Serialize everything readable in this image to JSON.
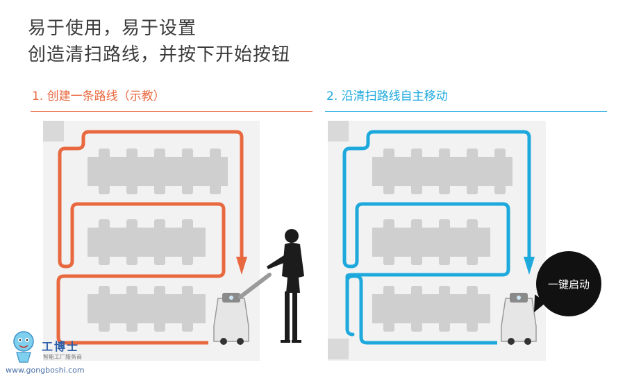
{
  "headline": {
    "line1": "易于使用，易于设置",
    "line2": "创造清扫路线，并按下开始按钮"
  },
  "panels": [
    {
      "title": "1. 创建一条路线（示教）",
      "color": "#e8683f"
    },
    {
      "title": "2. 沿清扫路线自主移动",
      "color": "#1ea9dd"
    }
  ],
  "bubble_label": "一键启动",
  "watermark": {
    "brand": "工博士",
    "subtitle": "智能工厂服务商",
    "url": "www.gongboshi.com"
  },
  "colors": {
    "floor": "#f2f2f2",
    "table": "#cfcfcf",
    "route_teach": "#e8683f",
    "route_auto": "#1ea9dd"
  }
}
